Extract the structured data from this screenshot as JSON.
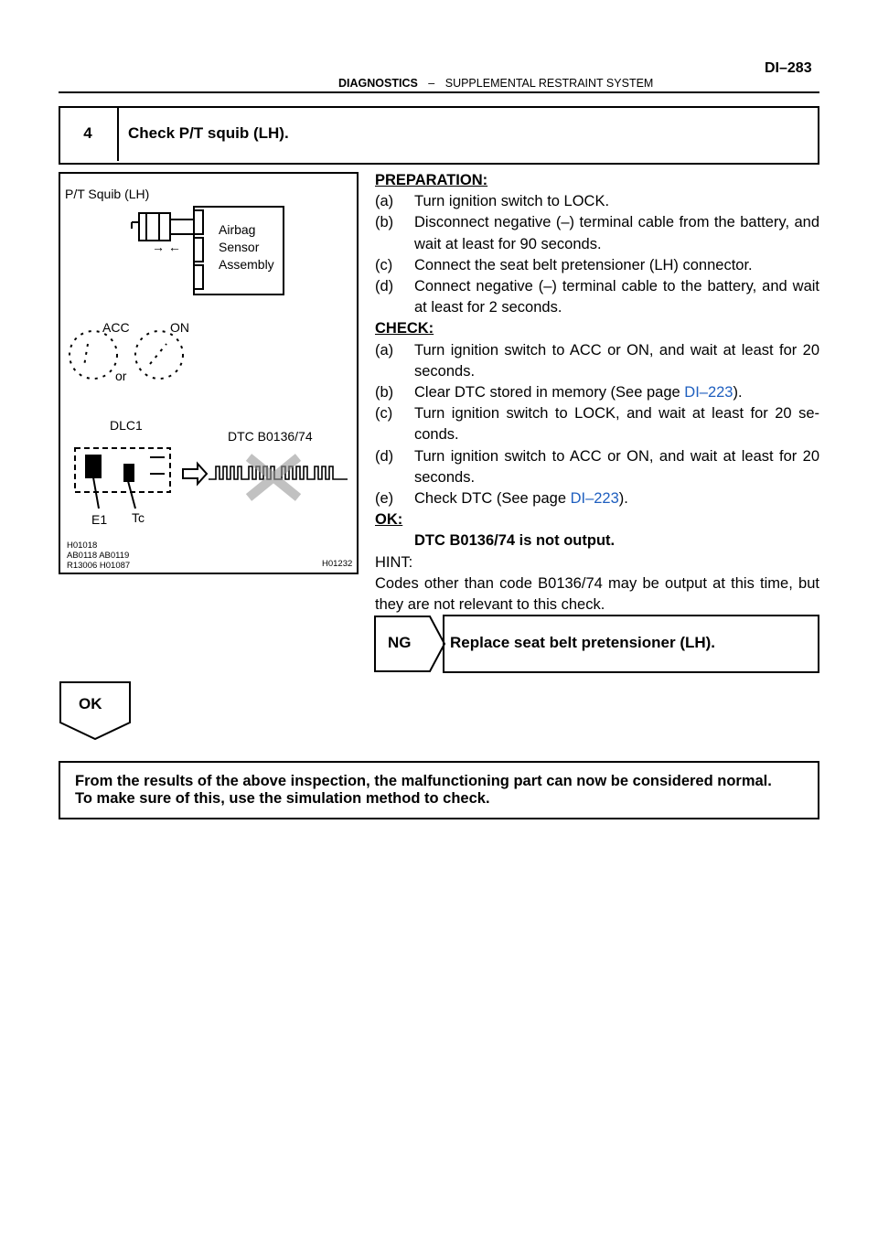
{
  "header": {
    "page_number": "DI–283",
    "section": "DIAGNOSTICS",
    "separator": "–",
    "subsection": "SUPPLEMENTAL RESTRAINT SYSTEM"
  },
  "step": {
    "number": "4",
    "title": "Check P/T squib (LH)."
  },
  "figure": {
    "squib_label": "P/T  Squib (LH)",
    "arrows": "→ ←",
    "airbag_line1": "Airbag",
    "airbag_line2": "Sensor",
    "airbag_line3": "Assembly",
    "acc_label": "ACC",
    "on_label": "ON",
    "or_label": "or",
    "dlc_label": "DLC1",
    "dtc_label": "DTC B0136/74",
    "e1_label": "E1",
    "tc_label": "Tc",
    "ref1": "H01018",
    "ref2": "AB0118  AB0119",
    "ref3": "R13006  H01087",
    "fig_id": "H01232"
  },
  "preparation": {
    "heading": "PREPARATION:",
    "items": [
      {
        "label": "(a)",
        "text": "Turn ignition switch to LOCK."
      },
      {
        "label": "(b)",
        "text": "Disconnect negative (–) terminal cable from the battery, and wait at least for 90 seconds."
      },
      {
        "label": "(c)",
        "text": "Connect the seat belt pretensioner (LH) connector."
      },
      {
        "label": "(d)",
        "text": "Connect negative (–) terminal cable to the battery, and wait at least for 2 seconds."
      }
    ]
  },
  "check": {
    "heading": "CHECK:",
    "a_label": "(a)",
    "a_text": "Turn ignition switch to ACC or ON, and wait at least for 20 seconds.",
    "b_label": "(b)",
    "b_pre": "Clear DTC stored in memory (See page ",
    "b_link": "DI–223",
    "b_post": ").",
    "c_label": "(c)",
    "c_text": "Turn ignition switch to LOCK, and wait at least for 20 se-conds.",
    "d_label": "(d)",
    "d_text": "Turn ignition switch to ACC or ON, and wait at least for 20 seconds.",
    "e_label": "(e)",
    "e_pre": "Check DTC (See page ",
    "e_link": "DI–223",
    "e_post": ")."
  },
  "ok": {
    "heading": "OK:",
    "text": "DTC B0136/74 is not output."
  },
  "hint": {
    "heading": "HINT:",
    "text": "Codes other than code B0136/74 may be output at this time, but they are not relevant to this check."
  },
  "ng": {
    "label": "NG",
    "text": "Replace seat belt pretensioner (LH)."
  },
  "ok_flag": "OK",
  "final": {
    "line1": "From the results of the above inspection, the malfunctioning part can now be considered normal.",
    "line2": "To make sure of this, use the simulation method to check."
  }
}
